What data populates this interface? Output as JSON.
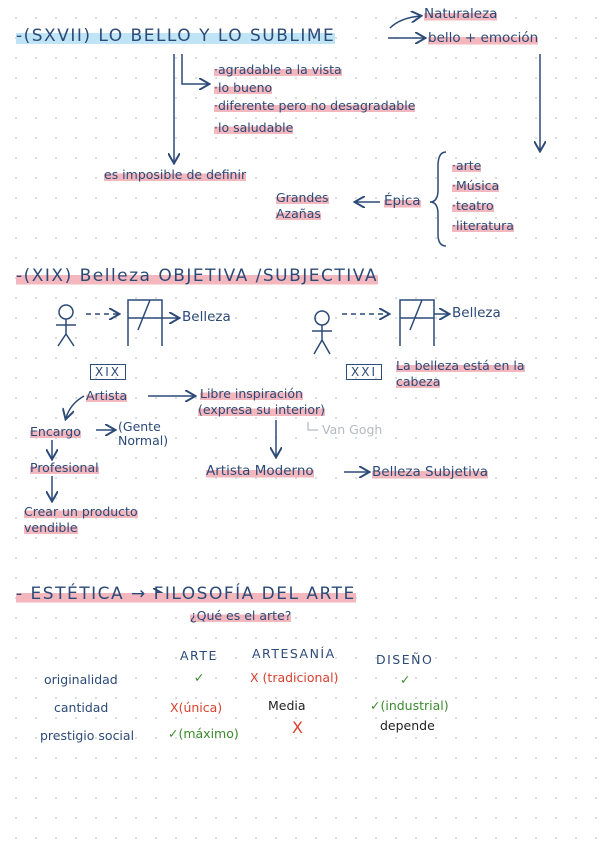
{
  "sec1": {
    "heading": "-(SXVII) LO BELLO Y LO SUBLIME",
    "naturaleza": "Naturaleza",
    "bello_emocion": "bello + emoción",
    "items": [
      "·agradable a la vista",
      "·lo bueno",
      "·diferente pero no desagradable",
      "·lo saludable"
    ],
    "imposible": "es imposible de definir",
    "grandes": "Grandes Azañas",
    "epica": "Épica",
    "arts": [
      "·arte",
      "·Música",
      "·teatro",
      "·literatura"
    ]
  },
  "sec2": {
    "heading": "-(XIX) Belleza OBJETIVA /SUBJECTIVA",
    "belleza_left": "Belleza",
    "belleza_right": "Belleza",
    "box_xix": "XIX",
    "box_xxi": "XXI",
    "cabeza": "La belleza está en la cabeza",
    "artista": "Artista",
    "libre": "Libre inspiración",
    "expresa": "(expresa su interior)",
    "van_gogh": "Van Gogh",
    "encargo": "Encargo",
    "gente": "(Gente Normal)",
    "profesional": "Profesional",
    "crear": "Crear un producto vendible",
    "moderno": "Artista Moderno",
    "subjetiva": "Belleza Subjetiva"
  },
  "sec3": {
    "heading": "- ESTÉTICA → FILOSOFÍA DEL ARTE",
    "question": "¿Qué es el arte?",
    "table": {
      "columns": [
        "ARTE",
        "ARTESANÍA",
        "DISEÑO"
      ],
      "rows": [
        {
          "label": "originalidad",
          "cells": [
            "✓",
            "X (tradicional)",
            "✓"
          ]
        },
        {
          "label": "cantidad",
          "cells": [
            "X(única)",
            "Media",
            "✓(industrial)"
          ]
        },
        {
          "label": "prestigio social",
          "cells": [
            "✓(máximo)",
            "X",
            "depende"
          ]
        }
      ]
    }
  },
  "colors": {
    "ink": "#2c4a78",
    "highlight": "#f3b7bd",
    "blue_highlight": "#bfe4f5",
    "red": "#d9412f",
    "green": "#3b8a2e"
  }
}
